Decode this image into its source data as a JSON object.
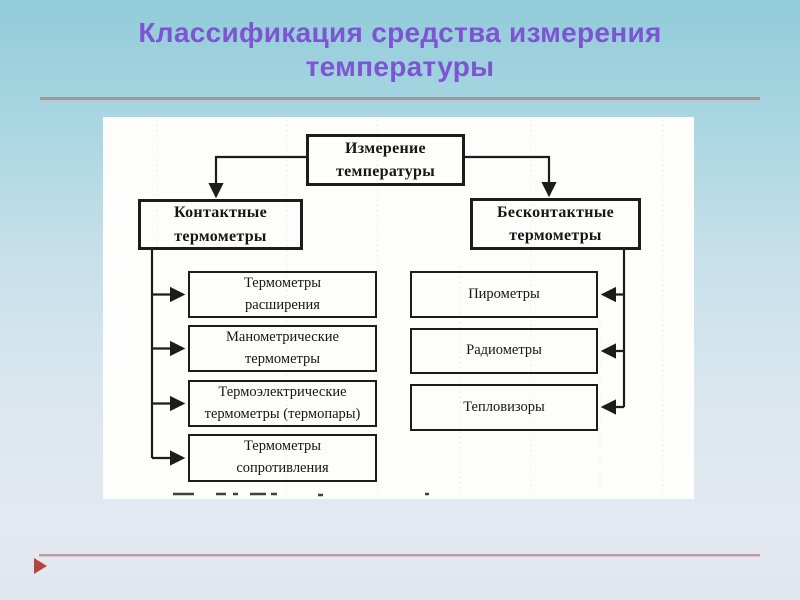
{
  "slide": {
    "title": "Классификация средства измерения\nтемпературы",
    "colors": {
      "title_text": "#7d55d2",
      "title_rule": "#9b9aa1",
      "footer_rule": "#bd98a6",
      "play_icon": "#b5453e",
      "background_top": "#92cbd9",
      "background_bottom": "#e2e6f0",
      "diagram_ink": "#1c1c1c",
      "scan_background": "#fdfdfc"
    },
    "footer": {
      "play_icon_name": "play-triangle-icon"
    }
  },
  "diagram": {
    "root_label": "Измерение\nтемпературы",
    "left_branch": {
      "label": "Контактные\nтермометры",
      "children": [
        "Термометры\nрасширения",
        "Манометрические\nтермометры",
        "Термоэлектрические\nтермометры (термопары)",
        "Термометры\nсопротивления"
      ]
    },
    "right_branch": {
      "label": "Бесконтактные\nтермометры",
      "children": [
        "Пирометры",
        "Радиометры",
        "Тепловизоры"
      ]
    }
  }
}
